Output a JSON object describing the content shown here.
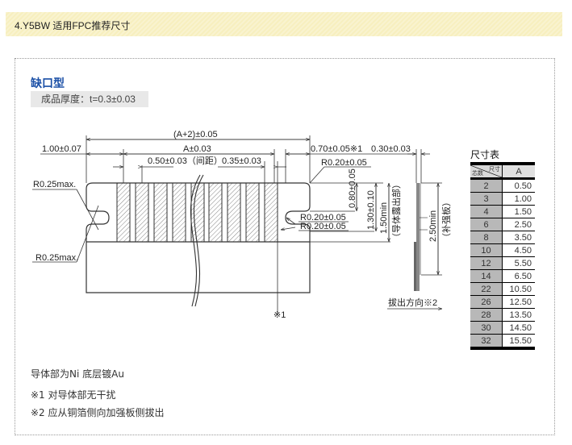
{
  "header": {
    "title": "4.Y5BW 适用FPC推荐尺寸"
  },
  "section": {
    "title": "缺口型",
    "thickness": "成品厚度：t=0.3±0.03"
  },
  "drawing": {
    "dims": {
      "total_width": "(A+2)±0.05",
      "left_margin": "1.00±0.07",
      "a_width": "A±0.03",
      "pitch": "0.50±0.03（间距）",
      "pad_width": "0.35±0.03",
      "right_margin": "0.70±0.05※1",
      "stiffener_offset": "0.30±0.03",
      "corner_radius_right": "R0.20±0.05",
      "notch_depth": "0.80±0.05",
      "notch_height": "1.30±0.10",
      "exposed_length": "1.50min",
      "exposed_label": "（导体露出部）",
      "stiffener_length": "2.50min",
      "stiffener_label": "（补强板）",
      "notch_radius_1": "R0.20±0.05",
      "notch_radius_2": "R0.20±0.05",
      "left_radius_top": "R0.25max.",
      "left_radius_bottom": "R0.25max.",
      "note_marker": "※1",
      "pull_direction": "拔出方向※2"
    }
  },
  "dimension_table": {
    "title": "尺寸表",
    "corner_top": "尺寸",
    "corner_bottom": "芯数",
    "column_a": "A",
    "rows": [
      {
        "pins": "2",
        "a": "0.50"
      },
      {
        "pins": "3",
        "a": "1.00"
      },
      {
        "pins": "4",
        "a": "1.50"
      },
      {
        "pins": "6",
        "a": "2.50"
      },
      {
        "pins": "8",
        "a": "3.50"
      },
      {
        "pins": "10",
        "a": "4.50"
      },
      {
        "pins": "12",
        "a": "5.50"
      },
      {
        "pins": "14",
        "a": "6.50"
      },
      {
        "pins": "22",
        "a": "10.50"
      },
      {
        "pins": "26",
        "a": "12.50"
      },
      {
        "pins": "28",
        "a": "13.50"
      },
      {
        "pins": "30",
        "a": "14.50"
      },
      {
        "pins": "32",
        "a": "15.50"
      }
    ]
  },
  "notes": [
    "导体部为Ni 底层镀Au",
    "※1 对导体部无干扰",
    "※2 应从铜箔侧向加强板侧拔出"
  ]
}
